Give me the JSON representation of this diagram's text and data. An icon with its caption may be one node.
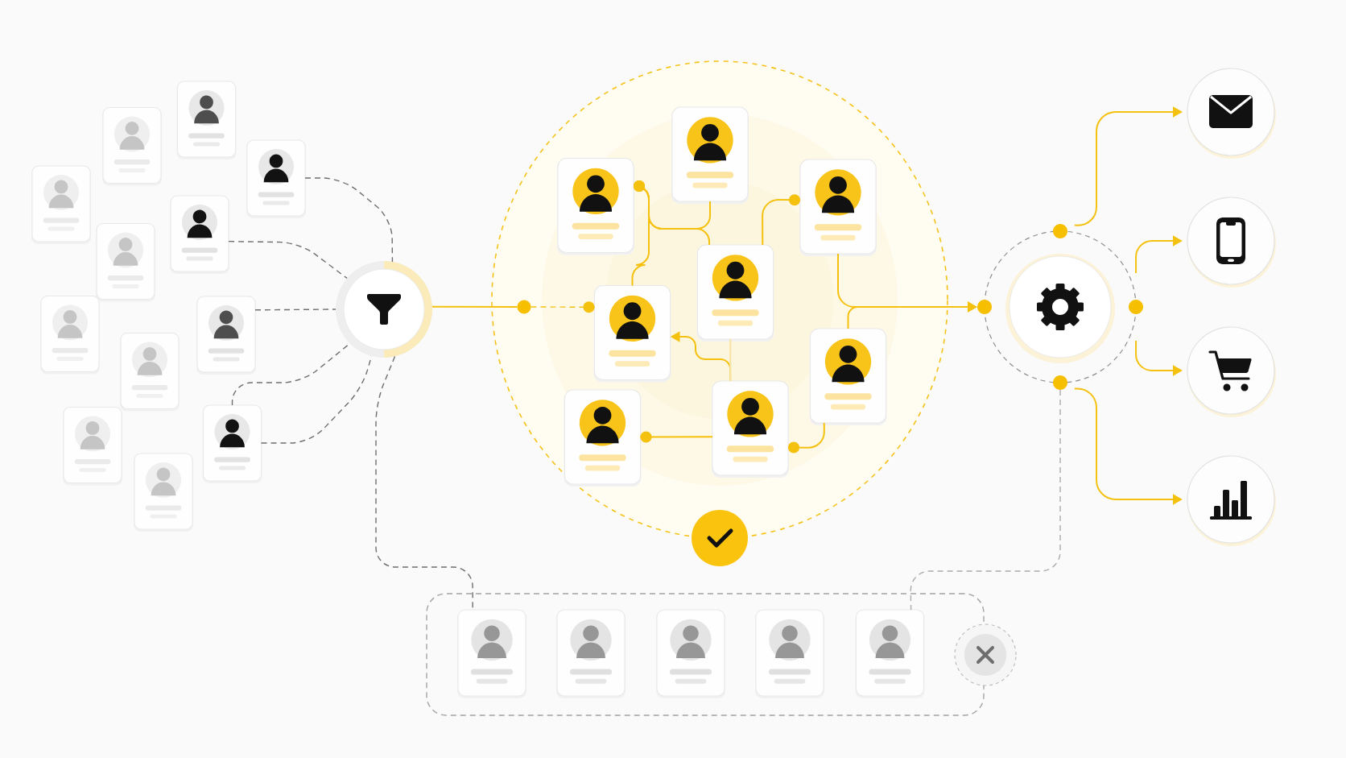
{
  "diagram": {
    "nodes": [
      {
        "text": [],
        "shape": "person"
      },
      {
        "text": [],
        "shape": "person"
      },
      {
        "text": [],
        "shape": "person"
      },
      {
        "text": [],
        "shape": "person"
      },
      {
        "text": [],
        "shape": "person"
      },
      {
        "text": [],
        "shape": "person"
      },
      {
        "text": [],
        "shape": "person"
      },
      {
        "text": [],
        "shape": "person"
      },
      {
        "text": [],
        "shape": "person"
      },
      {
        "text": [],
        "shape": "person"
      },
      {
        "text": [],
        "shape": "person"
      },
      {
        "text": [],
        "shape": "person"
      },
      {
        "text": [],
        "shape": "circle"
      },
      {
        "text": [],
        "shape": "circle"
      },
      {
        "text": [],
        "shape": "person",
        "in": 13
      },
      {
        "text": [],
        "shape": "person",
        "in": 13
      },
      {
        "text": [],
        "shape": "person",
        "in": 13
      },
      {
        "text": [],
        "shape": "person",
        "in": 13
      },
      {
        "text": [],
        "shape": "person",
        "in": 13
      },
      {
        "text": [],
        "shape": "person",
        "in": 13
      },
      {
        "text": [],
        "shape": "person",
        "in": 13
      },
      {
        "text": [],
        "shape": "person",
        "in": 13
      },
      {
        "text": [],
        "shape": "circle"
      },
      {
        "text": [],
        "shape": "circle"
      },
      {
        "text": [],
        "shape": "circle"
      },
      {
        "text": [],
        "shape": "circle"
      },
      {
        "text": [],
        "shape": "circle"
      },
      {
        "text": [],
        "shape": "circle"
      },
      {
        "text": [],
        "shape": "box"
      },
      {
        "text": [],
        "shape": "person",
        "in": 28
      },
      {
        "text": [],
        "shape": "person",
        "in": 28
      },
      {
        "text": [],
        "shape": "person",
        "in": 28
      },
      {
        "text": [],
        "shape": "person",
        "in": 28
      },
      {
        "text": [],
        "shape": "person",
        "in": 28
      },
      {
        "text": [],
        "shape": "circle"
      },
      {
        "text": [],
        "shape": "circle",
        "in": 13
      }
    ],
    "edges": [
      {
        "from": 2,
        "to": 12,
        "arrow": "none",
        "style": "dashed",
        "color": "#6e6e6e"
      },
      {
        "from": 4,
        "to": 12,
        "arrow": "none",
        "style": "dashed",
        "color": "#6e6e6e"
      },
      {
        "from": 7,
        "to": 12,
        "arrow": "none",
        "style": "dashed",
        "color": "#6e6e6e"
      },
      {
        "from": 9,
        "to": 12,
        "arrow": "none",
        "style": "dashed",
        "color": "#6e6e6e"
      },
      {
        "from": 9,
        "to": 12,
        "arrow": "none",
        "style": "dashed",
        "color": "#6e6e6e"
      },
      {
        "from": 12,
        "to": 29,
        "arrow": "none",
        "style": "dashed",
        "color": "#6e6e6e"
      },
      {
        "from": 12,
        "to": 35,
        "arrow": "none"
      },
      {
        "from": 15,
        "to": 18,
        "arrow": "other"
      },
      {
        "from": 15,
        "to": 14,
        "arrow": "other"
      },
      {
        "from": 15,
        "to": 17,
        "arrow": "other"
      },
      {
        "from": 16,
        "to": 17,
        "arrow": "other"
      },
      {
        "from": 16,
        "to": 23,
        "arrow": "to"
      },
      {
        "from": 19,
        "to": 23,
        "arrow": "to"
      },
      {
        "from": 20,
        "to": 18,
        "arrow": "to"
      },
      {
        "from": 17,
        "to": 20,
        "arrow": "none",
        "color": "#f6e2a2"
      },
      {
        "from": 21,
        "to": 20,
        "arrow": "other"
      },
      {
        "from": 20,
        "to": 19,
        "arrow": "other"
      },
      {
        "from": 23,
        "to": 24,
        "arrow": "to"
      },
      {
        "from": 23,
        "to": 25,
        "arrow": "to"
      },
      {
        "from": 23,
        "to": 26,
        "arrow": "to"
      },
      {
        "from": 23,
        "to": 27,
        "arrow": "to"
      },
      {
        "from": 23,
        "to": 33,
        "arrow": "none",
        "style": "dashed",
        "color": "#ababab"
      },
      {
        "from": 18,
        "to": 35,
        "arrow": "other",
        "style": "dashed"
      }
    ]
  }
}
